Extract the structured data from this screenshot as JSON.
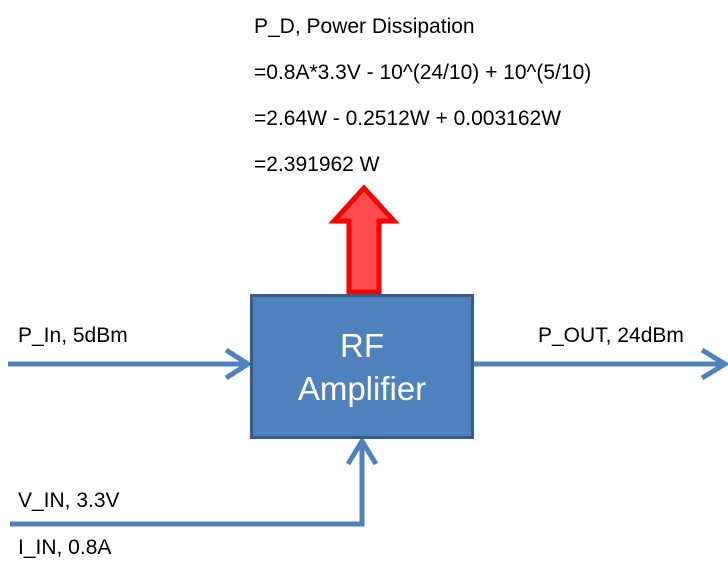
{
  "diagram": {
    "title_note": "P_D, Power Dissipation",
    "notes": [
      "P_D, Power Dissipation",
      "=0.8A*3.3V - 10^(24/10) + 10^(5/10)",
      "=2.64W - 0.2512W + 0.003162W",
      "=2.391962 W"
    ],
    "block": {
      "line1": "RF",
      "line2": "Amplifier"
    },
    "ports": {
      "input": "P_In, 5dBm",
      "output": "P_OUT, 24dBm",
      "voltage": "V_IN, 3.3V",
      "current": "I_IN, 0.8A"
    },
    "icons": {
      "power_dissipation_arrow": "up-arrow-icon",
      "input_arrow": "right-arrow-icon",
      "output_arrow": "right-arrow-icon",
      "supply_arrow": "up-arrow-icon"
    },
    "colors": {
      "block_fill": "#4F81BD",
      "block_border": "#385D8A",
      "wire": "#4F81BD",
      "dissipation_fill": "#FF4D4D",
      "dissipation_border": "#FF0000",
      "block_text": "#FFFFFF",
      "label_text": "#000000",
      "background": "#FFFFFF"
    },
    "values": {
      "p_in_dbm": 5,
      "p_out_dbm": 24,
      "v_in_volts": 3.3,
      "i_in_amps": 0.8,
      "p_dc_watts": 2.64,
      "p_out_watts": 0.2512,
      "p_in_watts": 0.003162,
      "p_dissipation_watts": 2.391962
    }
  }
}
